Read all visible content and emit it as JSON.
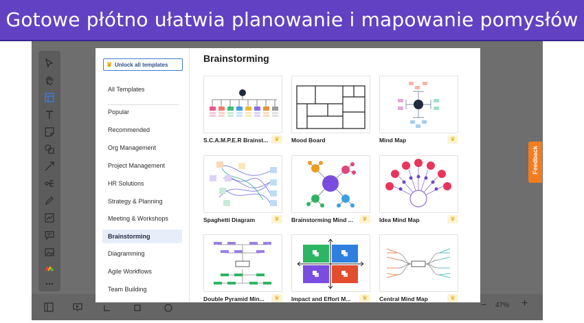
{
  "banner": {
    "text": "Gotowe płótno ułatwia planowanie i mapowanie pomysłów"
  },
  "sidebar": {
    "unlock_label": "Unlock all templates",
    "all_templates": "All Templates",
    "categories": [
      {
        "label": "Popular"
      },
      {
        "label": "Recommended"
      },
      {
        "label": "Org Management"
      },
      {
        "label": "Project Management"
      },
      {
        "label": "HR Solutions"
      },
      {
        "label": "Strategy & Planning"
      },
      {
        "label": "Meeting & Workshops"
      },
      {
        "label": "Brainstorming",
        "active": true
      },
      {
        "label": "Diagramming"
      },
      {
        "label": "Agile Workflows"
      },
      {
        "label": "Team Building"
      }
    ]
  },
  "main": {
    "title": "Brainstorming",
    "templates": [
      {
        "name": "S.C.A.M.P.E.R Brainst..."
      },
      {
        "name": "Mood Board"
      },
      {
        "name": "Mind Map"
      },
      {
        "name": "Spaghetti Diagram"
      },
      {
        "name": "Brainstorming Mind ..."
      },
      {
        "name": "Idea Mind Map"
      },
      {
        "name": "Double Pyramid Min..."
      },
      {
        "name": "Impact and Effort M..."
      },
      {
        "name": "Central Mind Map"
      }
    ]
  },
  "feedback": {
    "label": "Feedback"
  },
  "zoom": {
    "value": "47%",
    "minus": "−",
    "plus": "+"
  },
  "colors": {
    "banner": "#6242c2",
    "accent_orange": "#f47c1c",
    "crown": "#f0a500",
    "active_bg": "#e7eef9"
  },
  "icons": [
    "pointer-icon",
    "hand-icon",
    "frame-icon",
    "text-icon",
    "sticky-note-icon",
    "shapes-icon",
    "connector-icon",
    "mind-map-icon",
    "pen-icon",
    "chart-icon",
    "comment-icon",
    "image-icon",
    "apps-icon",
    "more-icon"
  ]
}
